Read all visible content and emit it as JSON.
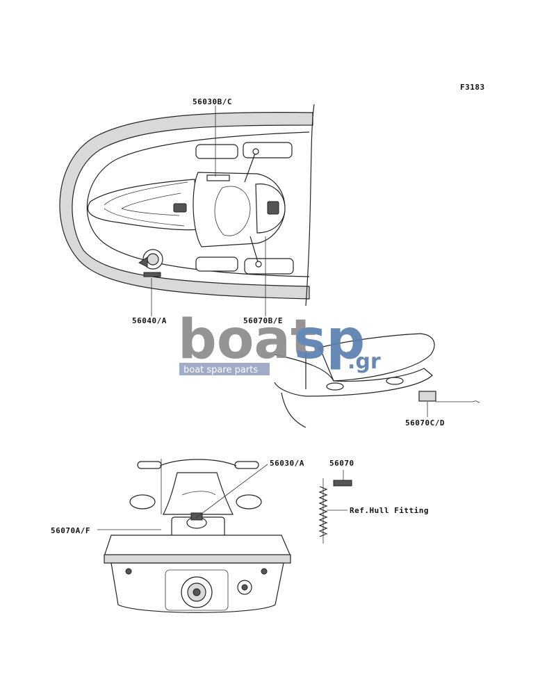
{
  "figure_code": "F3183",
  "callouts": {
    "top_seat_label": "56030B/C",
    "top_left_deck": "56040/A",
    "top_center_deck": "56070B/E",
    "side_view": "56070C/D",
    "rear_center": "56030/A",
    "rear_left": "56070A/F",
    "single_part": "56070",
    "hull_fitting": "Ref.Hull Fitting"
  },
  "watermark": {
    "brand_left": "boat",
    "brand_right": "sp",
    "suffix": ".gr",
    "tagline": "boat spare parts",
    "colors": {
      "gray": "#8c8c8c",
      "blue": "#5b7fb0",
      "tag_bg": "#9aa6c4"
    }
  }
}
